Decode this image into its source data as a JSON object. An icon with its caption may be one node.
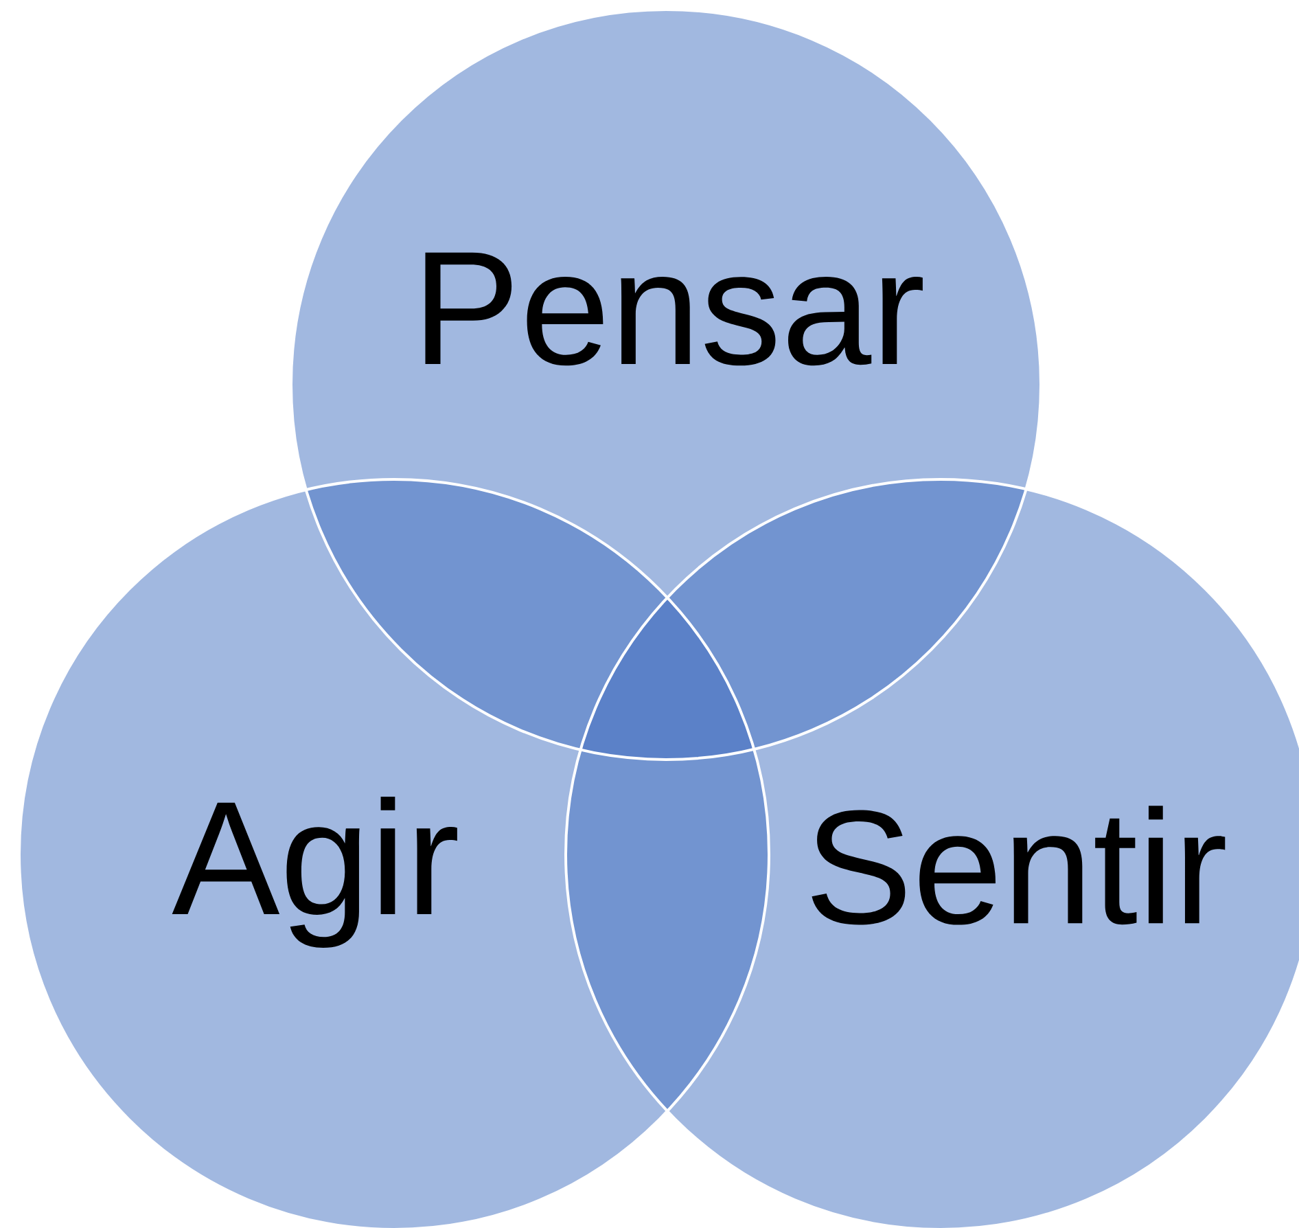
{
  "diagram": {
    "nodes": [
      {
        "text": [
          "Pensar"
        ]
      },
      {
        "text": [
          "Agir"
        ]
      },
      {
        "text": [
          "Sentir"
        ]
      }
    ]
  }
}
